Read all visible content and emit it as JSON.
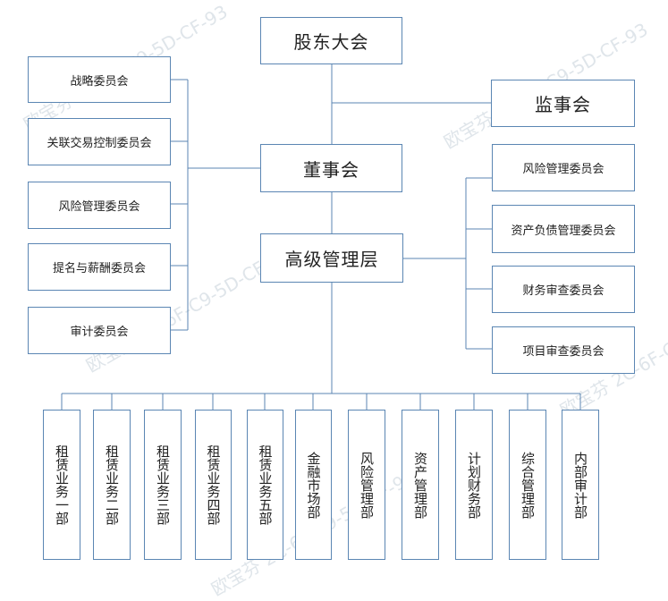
{
  "top": {
    "shareholders": "股东大会",
    "supervisors": "监事会",
    "board": "董事会",
    "management": "高级管理层"
  },
  "left_committees": [
    "战略委员会",
    "关联交易控制委员会",
    "风险管理委员会",
    "提名与薪酬委员会",
    "审计委员会"
  ],
  "right_committees": [
    "风险管理委员会",
    "资产负债管理委员会",
    "财务审查委员会",
    "项目审查委员会"
  ],
  "departments": [
    "租赁业务一部",
    "租赁业务二部",
    "租赁业务三部",
    "租赁业务四部",
    "租赁业务五部",
    "金融市场部",
    "风险管理部",
    "资产管理部",
    "计划财务部",
    "综合管理部",
    "内部审计部"
  ],
  "watermark": {
    "name": "欧宝芬",
    "code": "2C-6F-C9-5D-CF-93"
  }
}
